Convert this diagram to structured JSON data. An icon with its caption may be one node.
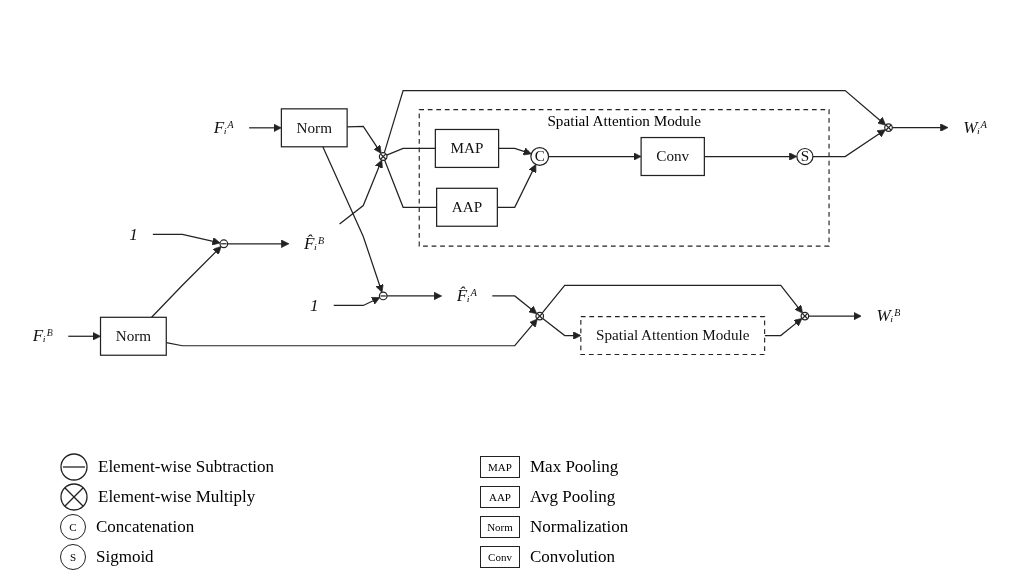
{
  "diagram": {
    "nodes": [
      {
        "text": [
          "Fᵢᴬ"
        ]
      },
      {
        "text": [
          "Norm"
        ]
      },
      {
        "text": [],
        "shape": "circle"
      },
      {
        "text": [],
        "shape": "circle"
      },
      {
        "text": [
          "1"
        ]
      },
      {
        "text": [
          "F̂ᵢᴬ"
        ]
      },
      {
        "text": [
          "1"
        ]
      },
      {
        "text": [],
        "shape": "circle"
      },
      {
        "text": [
          "F̂ᵢᴮ"
        ]
      },
      {
        "text": [
          "Fᵢᴮ"
        ]
      },
      {
        "text": [
          "Norm"
        ]
      },
      {
        "text": [],
        "shape": "circle"
      },
      {
        "text": [
          "Spatial Attention Module"
        ]
      },
      {
        "text": [
          "MAP"
        ],
        "in": 12
      },
      {
        "text": [
          "AAP"
        ],
        "in": 12
      },
      {
        "text": [
          "C"
        ],
        "in": 12
      },
      {
        "text": [
          "Conv"
        ],
        "in": 12
      },
      {
        "text": [
          "S"
        ],
        "in": 12
      },
      {
        "text": [],
        "shape": "circle"
      },
      {
        "text": [
          "Wᵢᴬ"
        ]
      },
      {
        "text": [
          "Spatial Attention Module"
        ]
      },
      {
        "text": [],
        "shape": "circle"
      },
      {
        "text": [
          "Wᵢᴮ"
        ]
      }
    ],
    "edges": [
      {
        "from": 0,
        "to": 1,
        "arrow": "to"
      },
      {
        "from": 1,
        "to": 2,
        "arrow": "to"
      },
      {
        "from": 1,
        "to": 3,
        "arrow": "to"
      },
      {
        "from": 4,
        "to": 3,
        "arrow": "to"
      },
      {
        "from": 3,
        "to": 5,
        "arrow": "to"
      },
      {
        "from": 5,
        "to": 11,
        "arrow": "to"
      },
      {
        "from": 6,
        "to": 7,
        "arrow": "to"
      },
      {
        "from": 10,
        "to": 7,
        "arrow": "to"
      },
      {
        "from": 7,
        "to": 8,
        "arrow": "to"
      },
      {
        "from": 8,
        "to": 2,
        "arrow": "to"
      },
      {
        "from": 9,
        "to": 10,
        "arrow": "to"
      },
      {
        "from": 10,
        "to": 11,
        "arrow": "to"
      },
      {
        "from": 2,
        "to": 13,
        "arrow": "none"
      },
      {
        "from": 2,
        "to": 14,
        "arrow": "none"
      },
      {
        "from": 2,
        "to": 18,
        "arrow": "to"
      },
      {
        "from": 13,
        "to": 15,
        "arrow": "to"
      },
      {
        "from": 14,
        "to": 15,
        "arrow": "to"
      },
      {
        "from": 15,
        "to": 16,
        "arrow": "to"
      },
      {
        "from": 16,
        "to": 17,
        "arrow": "to"
      },
      {
        "from": 17,
        "to": 18,
        "arrow": "to"
      },
      {
        "from": 18,
        "to": 19,
        "arrow": "to"
      },
      {
        "from": 11,
        "to": 20,
        "arrow": "to"
      },
      {
        "from": 11,
        "to": 21,
        "arrow": "to"
      },
      {
        "from": 20,
        "to": 21,
        "arrow": "to"
      },
      {
        "from": 21,
        "to": 22,
        "arrow": "to"
      }
    ],
    "labels": [
      "C",
      "S",
      "MAP",
      "AAP",
      "Norm",
      "Conv"
    ],
    "legend": [
      {
        "text": "Element-wise Subtraction"
      },
      {
        "text": "Element-wise Multiply"
      },
      {
        "text": "Concatenation"
      },
      {
        "text": "Sigmoid"
      },
      {
        "text": "Max Pooling"
      },
      {
        "text": "Avg Pooling"
      },
      {
        "text": "Normalization"
      },
      {
        "text": "Convolution"
      }
    ]
  }
}
